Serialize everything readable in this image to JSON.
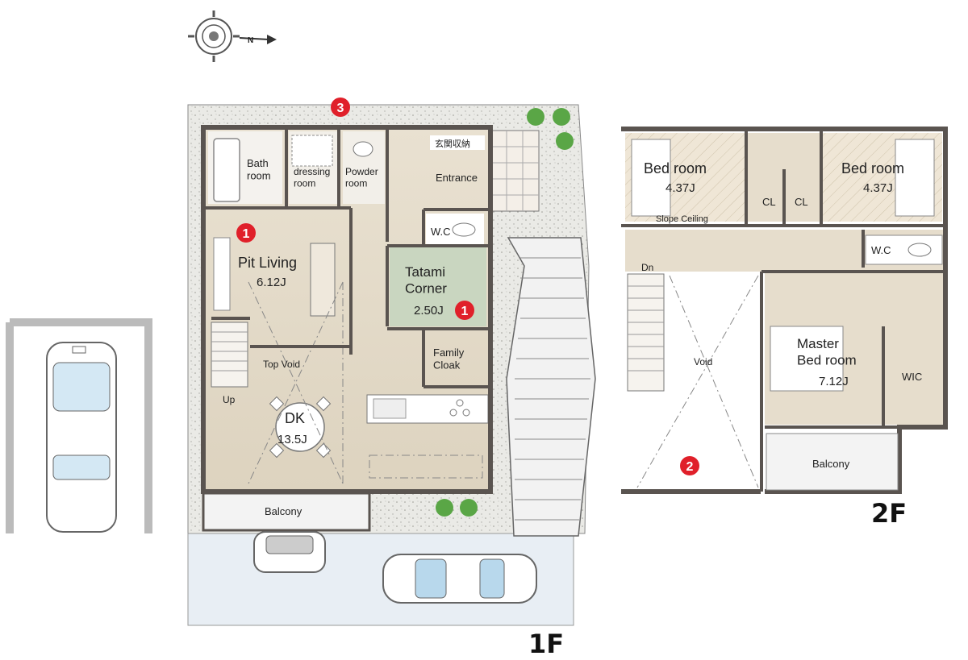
{
  "floor1": {
    "label": "1F",
    "rooms": {
      "bath": "Bath\nroom",
      "dressing": "dressing\nroom",
      "powder": "Powder\nroom",
      "storage": "玄関収納",
      "entrance": "Entrance",
      "wc": "W.C",
      "pit_living": "Pit Living",
      "pit_living_size": "6.12J",
      "tatami": "Tatami\nCorner",
      "tatami_size": "2.50J",
      "family_cloak": "Family\nCloak",
      "top_void": "Top Void",
      "up": "Up",
      "dk": "DK",
      "dk_size": "13.5J",
      "balcony": "Balcony"
    }
  },
  "floor2": {
    "label": "2F",
    "rooms": {
      "bed_left": "Bed room",
      "bed_left_size": "4.37J",
      "bed_right": "Bed room",
      "bed_right_size": "4.37J",
      "cl": "CL",
      "slope_ceiling": "Slope Ceiling",
      "wc": "W.C",
      "dn": "Dn",
      "void": "Void",
      "master": "Master\nBed room",
      "master_size": "7.12J",
      "wic": "WIC",
      "balcony": "Balcony"
    }
  },
  "markers": {
    "m1": "1",
    "m2": "2",
    "m3": "3"
  },
  "compass": {
    "north_letter": "N"
  },
  "colors": {
    "wall": "#5a5450",
    "floor": "#e6ddcc",
    "tatami": "#c9d6c0",
    "ground": "#eaeae6",
    "marker": "#e0202a",
    "tree": "#5aa646"
  }
}
